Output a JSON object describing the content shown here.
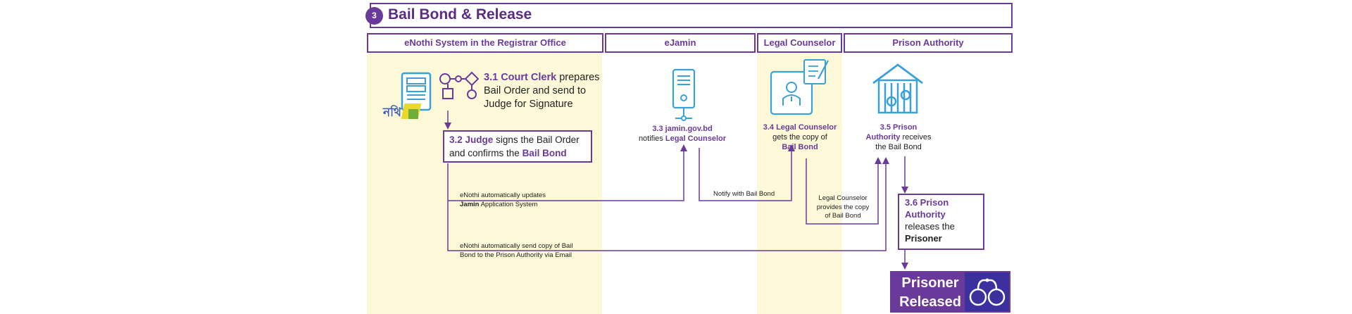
{
  "section": {
    "number": "3",
    "title": "Bail Bond & Release"
  },
  "lanes": [
    {
      "label": "eNothi System in the Registrar Office"
    },
    {
      "label": "eJamin"
    },
    {
      "label": "Legal Counselor"
    },
    {
      "label": "Prison Authority"
    }
  ],
  "logo_text": "নথি",
  "steps": {
    "s31": {
      "num": "3.1",
      "actor": "Court Clerk",
      "rest1": " prepares",
      "line2": "Bail Order and send to",
      "line3": "Judge for Signature"
    },
    "s32": {
      "num": "3.2",
      "actor": "Judge",
      "rest1": " signs the Bail Order",
      "line2a": "and confirms the ",
      "line2b": "Bail Bond"
    },
    "s33": {
      "line1": "3.3 jamin.gov.bd",
      "line2a": "notifies ",
      "line2b": "Legal Counselor"
    },
    "s34": {
      "line1": "3.4 Legal Counselor",
      "line2": "gets the copy of",
      "line3": "Bail Bond"
    },
    "s35": {
      "line1": "3.5 Prison",
      "line2a": "Authority",
      "line2b": " receives",
      "line3": "the Bail Bond"
    },
    "s36": {
      "line1": "3.6 Prison",
      "line2": "Authority",
      "line3": "releases the",
      "line4": "Prisoner"
    }
  },
  "flows": {
    "update_line1": "eNothi automatically updates",
    "update_line2a": "Jamin",
    "update_line2b": " Application System",
    "notify": "Notify with Bail Bond",
    "provide_line1": "Legal Counselor",
    "provide_line2": "provides the copy",
    "provide_line3": "of Bail Bond",
    "email_line1": "eNothi automatically send copy of Bail",
    "email_line2": "Bond to the Prison Authority via Email"
  },
  "outcome": {
    "line1": "Prisoner",
    "line2": "Released"
  },
  "colors": {
    "accent": "#6a3a9a",
    "icon_blue": "#3aa0d8",
    "lane_fill": "#fdf9d8",
    "cuff_panel": "#3c2f9e"
  },
  "icons": [
    "server-icon",
    "nothi-logo",
    "workflow-icon",
    "lawyer-document-icon",
    "prison-icon",
    "handcuffs-icon"
  ]
}
